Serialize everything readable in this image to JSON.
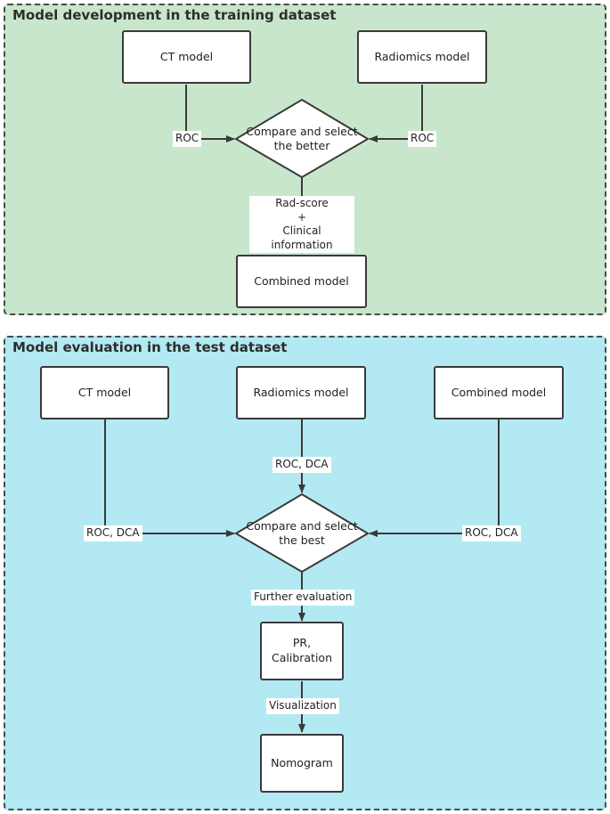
{
  "colors": {
    "top_panel_bg": "#c8e6cb",
    "bottom_panel_bg": "#b3e9f2",
    "stroke": "#3a3a3a"
  },
  "top": {
    "title": "Model development in the training dataset",
    "ct_box": "CT model",
    "radiomics_box": "Radiomics model",
    "decision": "Compare and select\nthe better",
    "roc_left": "ROC",
    "roc_right": "ROC",
    "rad_label": "Rad-score\n+\nClinical information",
    "combined_box": "Combined model"
  },
  "bottom": {
    "title": "Model evaluation in the test dataset",
    "ct_box": "CT model",
    "radiomics_box": "Radiomics model",
    "combined_box": "Combined model",
    "roc_dca_center": "ROC, DCA",
    "roc_dca_left": "ROC, DCA",
    "roc_dca_right": "ROC, DCA",
    "decision": "Compare and select\nthe best",
    "further_label": "Further evaluation",
    "pr_box": "PR,\nCalibration",
    "visual_label": "Visualization",
    "nomogram_box": "Nomogram"
  }
}
